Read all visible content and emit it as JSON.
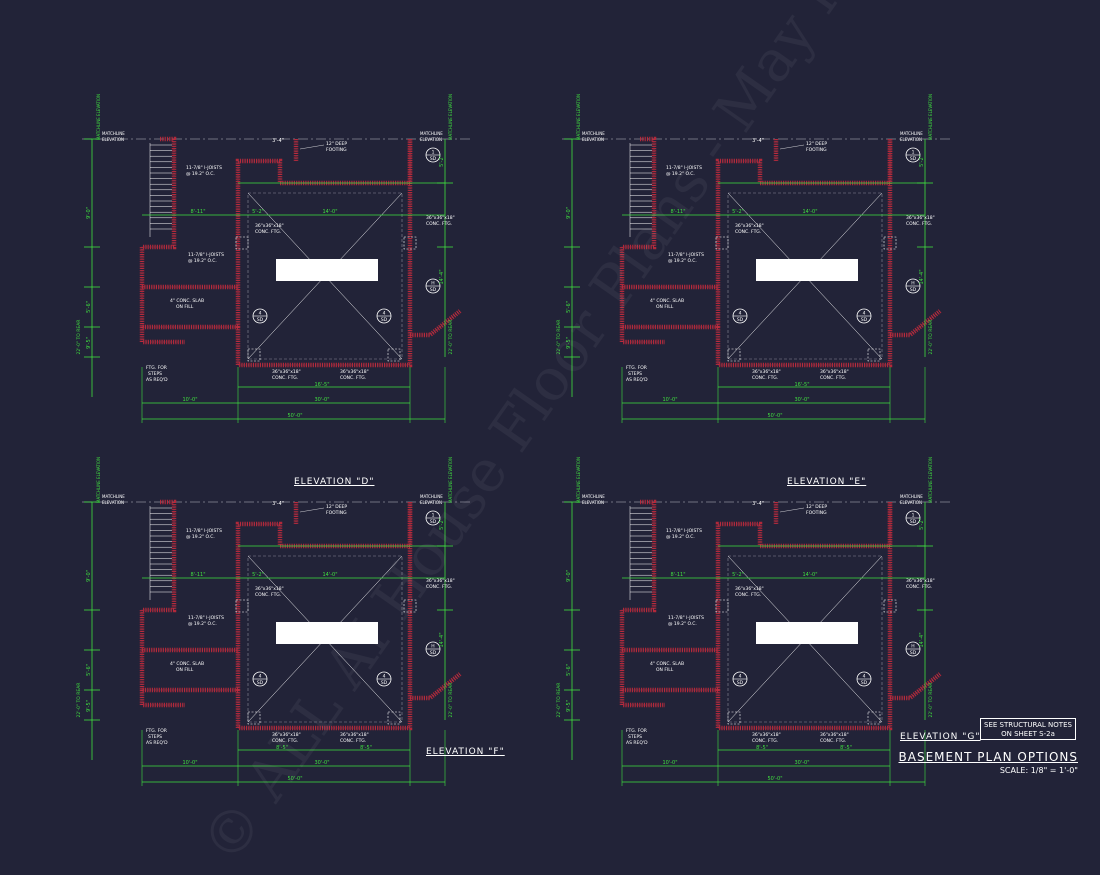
{
  "drawing": {
    "plan_title": "BASEMENT PLAN OPTIONS",
    "scale": "SCALE: 1/8\" = 1'-0\"",
    "notes_box": [
      "SEE STRUCTURAL NOTES",
      "ON SHEET S-2a"
    ],
    "watermark": "© ALL AI House Floor Plans - May not be used for Construction or Estimation"
  },
  "elevations": [
    "ELEVATION \"D\"",
    "ELEVATION \"E\"",
    "ELEVATION \"F\"",
    "ELEVATION \"G\""
  ],
  "labels": {
    "matchline": "MATCHLINE ELEVATION",
    "deep_footing": [
      "12\" DEEP",
      "FOOTING"
    ],
    "ijoists_top": [
      "11-7/8\" I-JOISTS",
      "@ 19.2\" O.C."
    ],
    "ijoists_mid": [
      "11-7/8\" I-JOISTS",
      "@ 19.2\" O.C."
    ],
    "conc_ftg": [
      "36\"x36\"x18\"",
      "CONC. FTG."
    ],
    "slab": [
      "4\" CONC. SLAB",
      "ON FILL"
    ],
    "ftg_steps": [
      "FTG. FOR",
      "STEPS",
      "AS REQ'D"
    ],
    "sd": "SD",
    "dims": {
      "d1": "3'-4\"",
      "d2": "8'-11\"",
      "d3": "5'-2\"",
      "d4": "14'-0\"",
      "d5": "10'-0\"",
      "d6": "30'-0\"",
      "d7": "50'-0\"",
      "d8": "16'-5\"",
      "d9": "8'-5\"",
      "side_a": "9'-0\"",
      "side_b": "5'-6\"",
      "side_c": "9'-5\"",
      "side_d": "22'-0\" TO REAR",
      "side_e": "5'-2\"",
      "side_f": "14'-4\""
    }
  }
}
